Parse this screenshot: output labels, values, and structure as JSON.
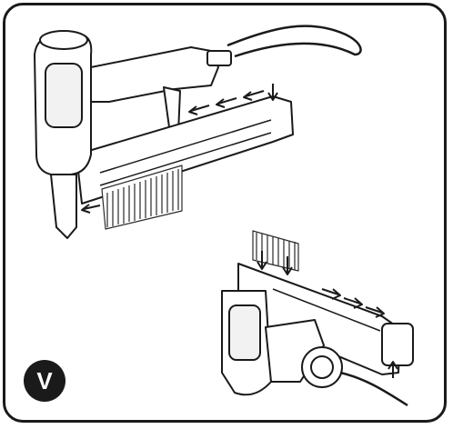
{
  "step": {
    "label": "V"
  },
  "colors": {
    "ink": "#1a1a1a",
    "paper": "#ffffff",
    "staples": "#2a2a2a"
  },
  "illustrations": [
    {
      "name": "nailer-side-view-loading"
    },
    {
      "name": "nailer-bottom-view-loading"
    }
  ]
}
